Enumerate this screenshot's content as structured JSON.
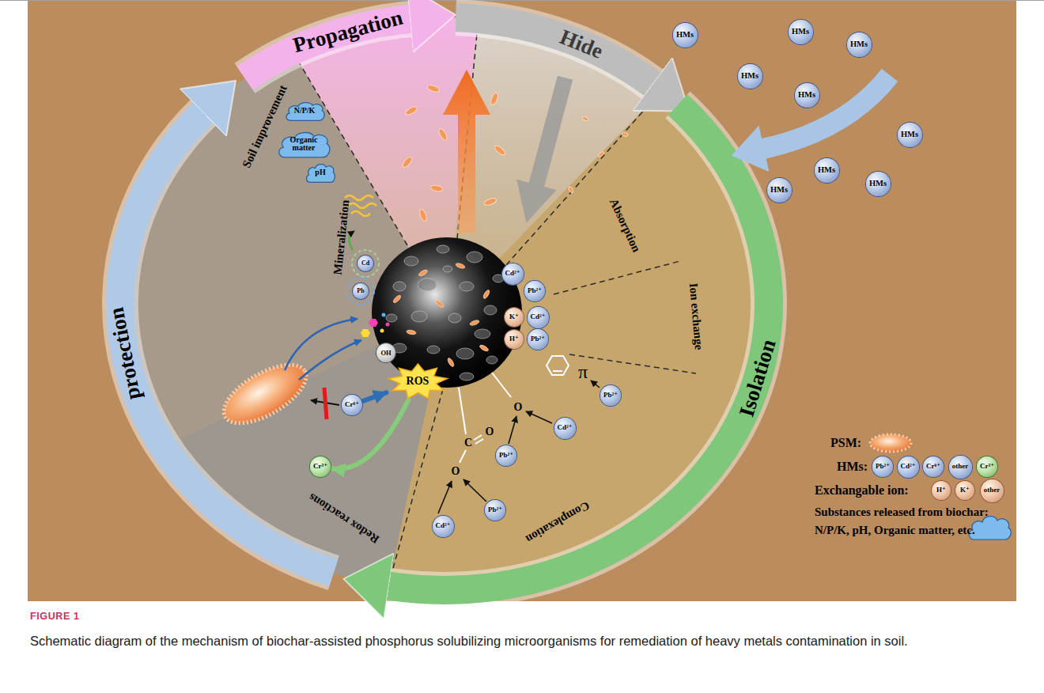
{
  "diagram": {
    "caption": "Schematic diagram of the mechanism of biochar-assisted phosphorus solubilizing microorganisms for remediation of heavy metals contamination in soil.",
    "nodes": [
      {
        "text": [
          "HMs"
        ]
      },
      {
        "text": [
          "HMs"
        ]
      },
      {
        "text": [
          "HMs"
        ]
      },
      {
        "text": [
          "HMs"
        ]
      },
      {
        "text": [
          "HMs"
        ]
      },
      {
        "text": [
          "HMs"
        ]
      },
      {
        "text": [
          "HMs"
        ]
      },
      {
        "text": [
          "HMs"
        ]
      },
      {
        "text": [
          "HMs"
        ]
      },
      {
        "text": [
          "Cd²⁺"
        ]
      },
      {
        "text": [
          "Pb²⁺"
        ]
      },
      {
        "text": [
          "K⁺"
        ]
      },
      {
        "text": [
          "Cd²⁺"
        ]
      },
      {
        "text": [
          "H⁺"
        ]
      },
      {
        "text": [
          "Pb²⁺"
        ]
      },
      {
        "text": [
          "Pb²⁺"
        ]
      },
      {
        "text": [
          "Cd²⁺"
        ]
      },
      {
        "text": [
          "Pb²⁺"
        ]
      },
      {
        "text": [
          "Pb²⁺"
        ]
      },
      {
        "text": [
          "Cd²⁺"
        ]
      },
      {
        "text": [
          "ROS"
        ]
      },
      {
        "text": [
          "OH"
        ]
      },
      {
        "text": [
          "Cr⁶⁺"
        ]
      },
      {
        "text": [
          "Cr³⁺"
        ]
      },
      {
        "text": [
          "Cd"
        ]
      },
      {
        "text": [
          "Pb"
        ]
      },
      {
        "text": [
          "N/P/K"
        ]
      },
      {
        "text": [
          "Organic matter"
        ]
      },
      {
        "text": [
          "pH"
        ]
      },
      {
        "text": [
          "Pb²⁺"
        ]
      },
      {
        "text": [
          "Cd²⁺"
        ]
      },
      {
        "text": [
          "Cr⁶⁺"
        ]
      },
      {
        "text": [
          "other"
        ]
      },
      {
        "text": [
          "Cr³⁺"
        ]
      },
      {
        "text": [
          "H⁺"
        ]
      },
      {
        "text": [
          "K⁺"
        ]
      },
      {
        "text": [
          "other"
        ]
      }
    ],
    "edges": [
      {
        "from": 22,
        "to": 20,
        "arrow": "to"
      },
      {
        "from": 20,
        "to": 23,
        "arrow": "to"
      }
    ],
    "labels": [
      "Propagation",
      "Hide",
      "Isolation",
      "protection",
      "Soil improvement",
      "Mineralization",
      "Redox reactions",
      "Complexation",
      "Absorption",
      "Ion exchange",
      "π",
      "O",
      "O",
      "C",
      "O",
      "FIGURE 1"
    ],
    "legend": [
      {
        "text": "PSM:"
      },
      {
        "text": "HMs:"
      },
      {
        "text": "Exchangable ion:"
      },
      {
        "text": "Substances released from biochar: N/P/K, pH, Organic matter, etc."
      }
    ]
  }
}
